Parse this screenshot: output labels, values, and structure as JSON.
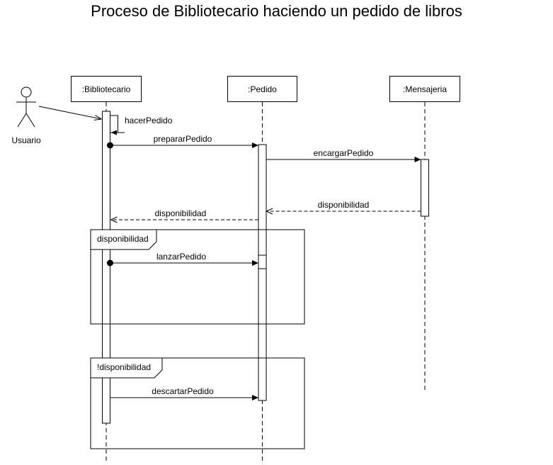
{
  "title": "Proceso de Bibliotecario haciendo un pedido de libros",
  "actor": {
    "label": "Usuario"
  },
  "lifelines": [
    {
      "label": ":Bibliotecario"
    },
    {
      "label": ":Pedido"
    },
    {
      "label": ":Mensajeria"
    }
  ],
  "messages": {
    "hacer_pedido": "hacerPedido",
    "preparar_pedido": "prepararPedido",
    "encargar_pedido": "encargarPedido",
    "disponibilidad_mensajeria": "disponibilidad",
    "disponibilidad_pedido": "disponibilidad",
    "lanzar_pedido": "lanzarPedido",
    "descartar_pedido": "descartarPedido"
  },
  "fragments": {
    "disponible": "disponibilidad",
    "no_disponible": "!disponibilidad"
  },
  "colors": {
    "line": "#000000",
    "background": "#ffffff"
  }
}
